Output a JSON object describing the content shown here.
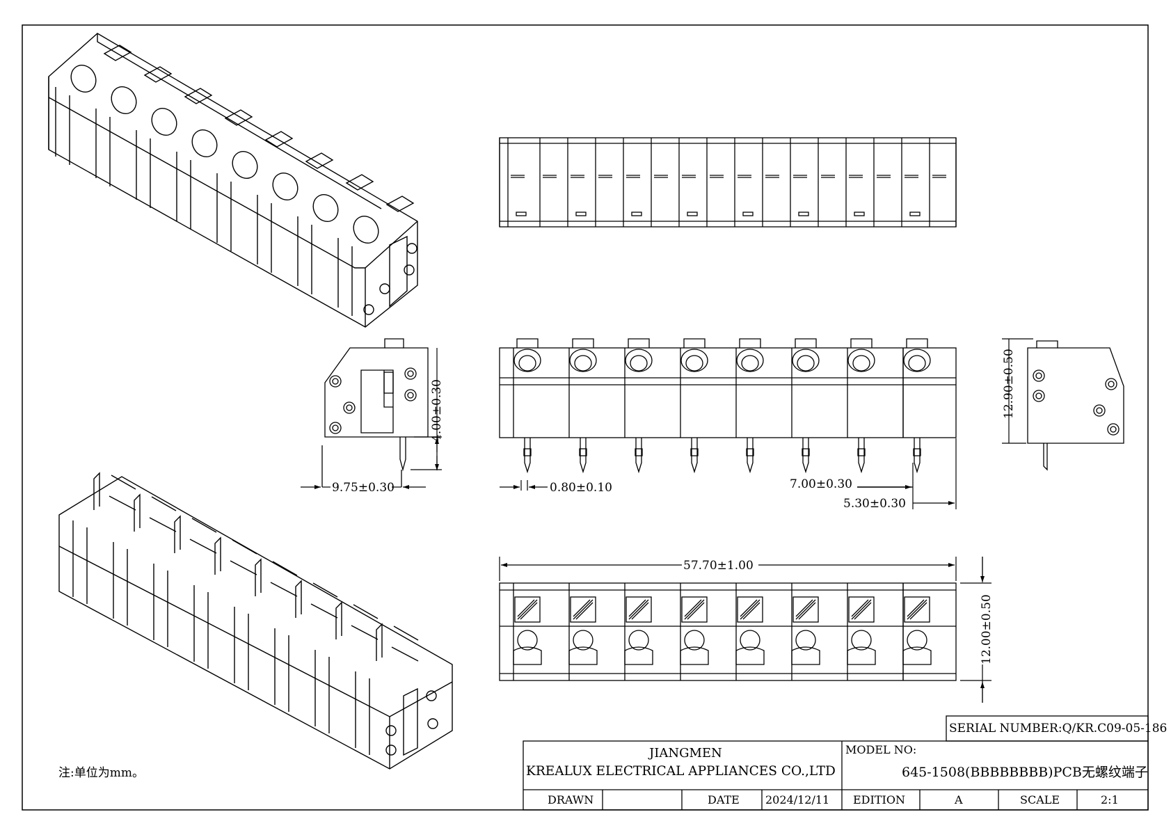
{
  "note": "注:单位为mm。",
  "dimensions": {
    "side_width": "9.75±0.30",
    "side_pin_length": "4.00±0.30",
    "pin_width": "0.80±0.10",
    "pitch": "7.00±0.30",
    "end_offset": "5.30±0.30",
    "total_length": "57.70±1.00",
    "depth": "12.00±0.50",
    "height": "12.90±0.50"
  },
  "title_block": {
    "serial_number": "SERIAL NUMBER:Q/KR.C09-05-186",
    "company_line1": "JIANGMEN",
    "company_line2": "KREALUX ELECTRICAL APPLIANCES CO.,LTD",
    "model_label": "MODEL NO:",
    "model_value": "645-1508(BBBBBBBB)PCB无螺纹端子",
    "drawn_label": "DRAWN",
    "drawn_value": "",
    "date_label": "DATE",
    "date_value": "2024/12/11",
    "edition_label": "EDITION",
    "edition_value": "A",
    "scale_label": "SCALE",
    "scale_value": "2:1"
  }
}
